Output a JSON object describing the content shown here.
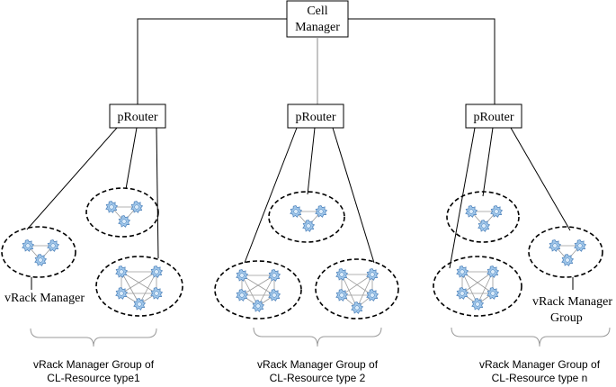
{
  "cell_manager": {
    "line1": "Cell",
    "line2": "Manager"
  },
  "prouter_label": "pRouter",
  "vrack_manager_label": "vRack Manager",
  "vrack_manager_group_label": {
    "line1": "vRack Manager",
    "line2": "Group"
  },
  "groups": [
    {
      "line1": "vRack Manager Group of",
      "line2": "CL-Resource type1"
    },
    {
      "line1": "vRack Manager Group of",
      "line2": "CL-Resource type 2"
    },
    {
      "line1": "vRack Manager Group of",
      "line2": "CL-Resource type n"
    }
  ],
  "colors": {
    "node_fill": "#9fc6ea",
    "node_stroke": "#4a7fb8",
    "line": "#000000",
    "brace": "#9a9a9a"
  },
  "node_icon": "gear-server-icon"
}
